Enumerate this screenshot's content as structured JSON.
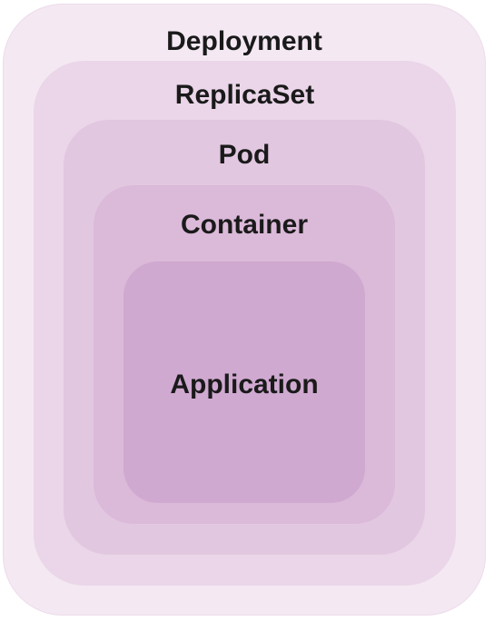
{
  "diagram": {
    "layers": {
      "deployment": {
        "label": "Deployment"
      },
      "replicaset": {
        "label": "ReplicaSet"
      },
      "pod": {
        "label": "Pod"
      },
      "container": {
        "label": "Container"
      },
      "application": {
        "label": "Application"
      }
    }
  }
}
